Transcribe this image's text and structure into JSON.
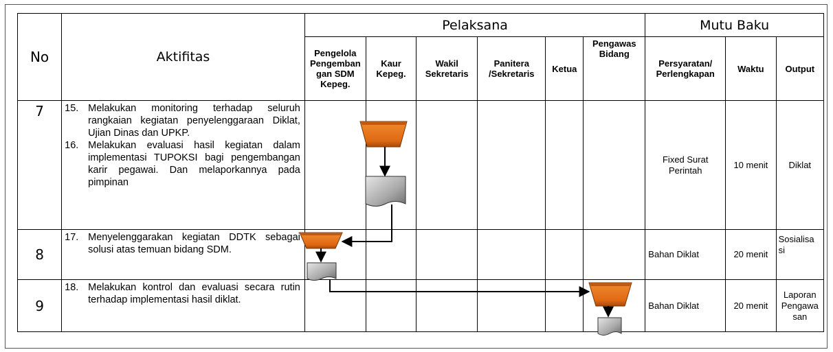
{
  "headers": {
    "no": "No",
    "activity": "Aktifitas",
    "executors_group": "Pelaksana",
    "quality_group": "Mutu Baku",
    "executors": [
      [
        "Pengelola",
        "Pengemban",
        "gan SDM",
        "Kepeg."
      ],
      [
        "Kaur",
        "Kepeg."
      ],
      [
        "Wakil",
        "Sekretaris"
      ],
      [
        "Panitera",
        "/Sekretaris"
      ],
      [
        "Ketua"
      ],
      [
        "Pengawas",
        "Bidang"
      ]
    ],
    "requirements": [
      "Persyaratan/",
      "Perlengkapan"
    ],
    "time": "Waktu",
    "output": "Output"
  },
  "rows": [
    {
      "no": "7",
      "steps": [
        {
          "num": "15.",
          "text": "Melakukan monitoring terhadap seluruh rangkaian kegiatan penyelenggaraan Diklat, Ujian Dinas dan UPKP."
        },
        {
          "num": "16.",
          "text": "Melakukan evaluasi hasil kegiatan dalam implementasi TUPOKSI bagi pengembangan karir pegawai. Dan melaporkannya pada pimpinan"
        }
      ],
      "requirement": [
        "Fixed Surat",
        "Perintah"
      ],
      "time": "10 menit",
      "output": [
        "Diklat"
      ]
    },
    {
      "no": "8",
      "steps": [
        {
          "num": "17.",
          "text": "Menyelenggarakan kegiatan DDTK sebagai solusi atas temuan bidang SDM."
        }
      ],
      "requirement": [
        "Bahan Diklat"
      ],
      "time": "20 menit",
      "output": [
        "Sosialisa",
        "si"
      ]
    },
    {
      "no": "9",
      "steps": [
        {
          "num": "18.",
          "text": "Melakukan kontrol dan evaluasi secara rutin terhadap implementasi hasil diklat."
        }
      ],
      "requirement": [
        "Bahan Diklat"
      ],
      "time": "20 menit",
      "output": [
        "Laporan",
        "Pengawa",
        "san"
      ]
    }
  ],
  "colors": {
    "process_fill": "#e8741e",
    "process_dark": "#8a3a08",
    "document_fill": "#b0b0b0",
    "line": "#000000"
  }
}
